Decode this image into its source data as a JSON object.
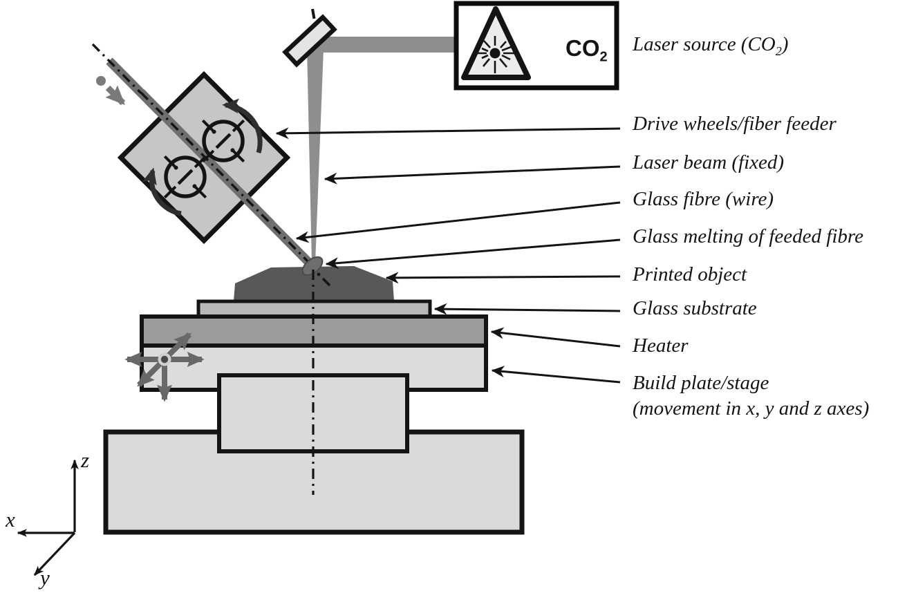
{
  "labels": {
    "laser_source": {
      "pre": "Laser source (CO",
      "sub": "2",
      "post": ")"
    },
    "callouts": [
      {
        "line1": "Drive wheels/fiber feeder"
      },
      {
        "line1": "Laser beam (fixed)"
      },
      {
        "line1": "Glass fibre (wire)"
      },
      {
        "line1": "Glass melting of feeded fibre"
      },
      {
        "line1": "Printed object"
      },
      {
        "line1": "Glass substrate"
      },
      {
        "line1": "Heater"
      },
      {
        "line1": "Build plate/stage",
        "line2": "(movement in x, y and z axes)"
      }
    ]
  },
  "laser_box": {
    "badge": "CO",
    "badge_sub": "2"
  },
  "axes": {
    "x": "x",
    "y": "y",
    "z": "z"
  },
  "colors": {
    "ink": "#141414",
    "beam": "#8e8e8e",
    "fiber": "#6f6f6f",
    "feeder_box": "#c6c6c6",
    "mirror": "#e3e3e3",
    "triangle": "#ececec",
    "printed_object": "#585858",
    "melt": "#6e6e6e",
    "substrate": "#b8b8b8",
    "heater": "#9b9b9b",
    "plate": "#dcdcdc",
    "base": "#dadada",
    "arrow_gray": "#686868",
    "feed_gray": "#7a7a7a",
    "rotation_dark": "#2f2f2f"
  }
}
